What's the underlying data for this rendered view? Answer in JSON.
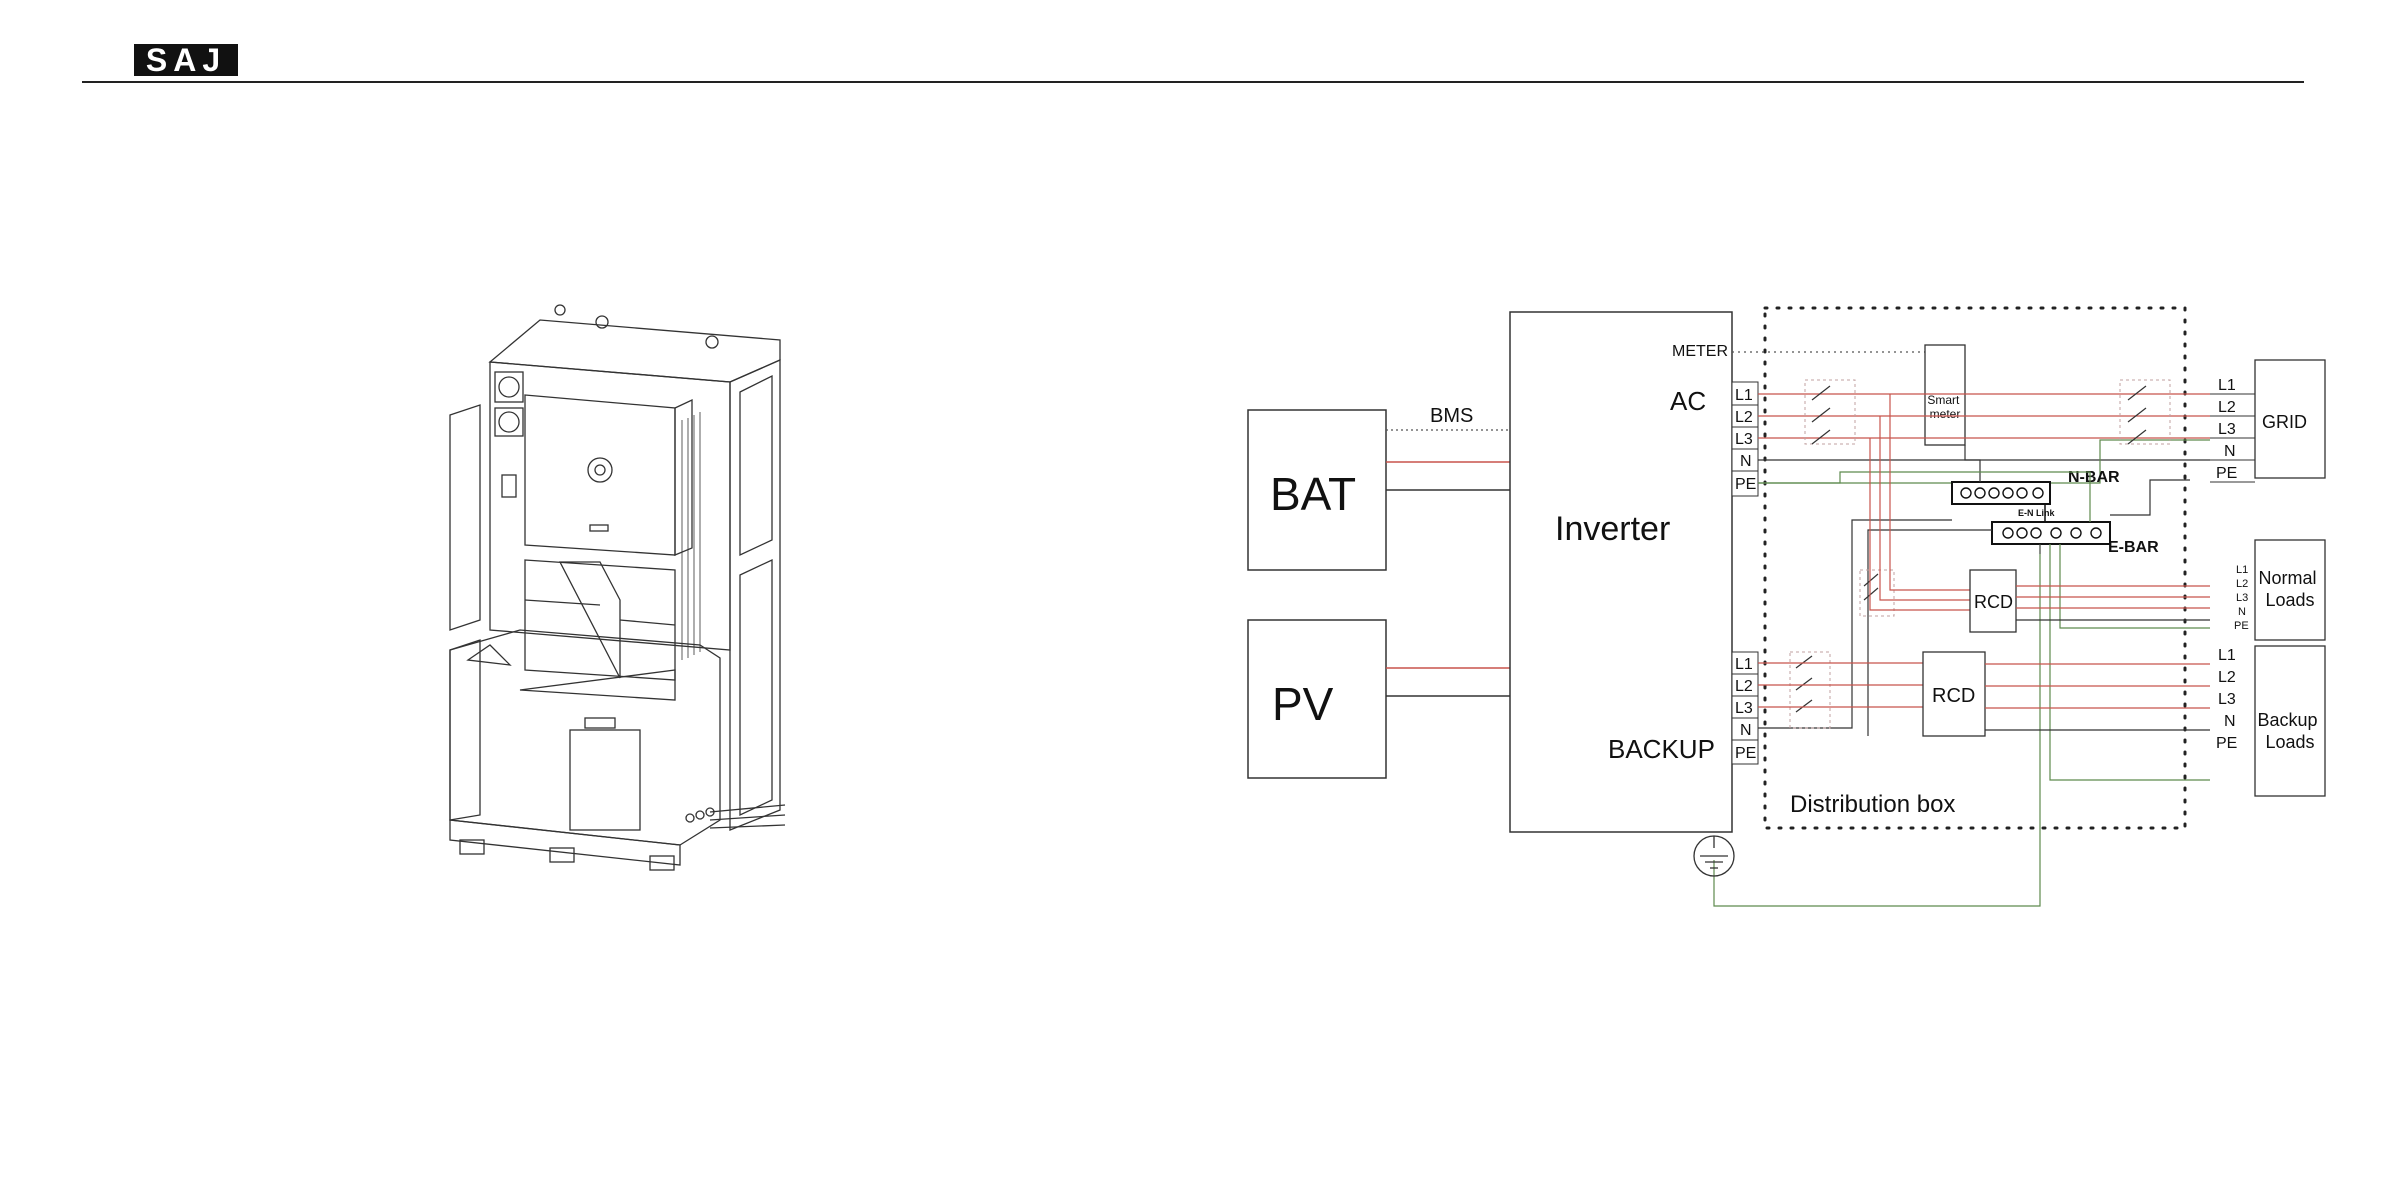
{
  "header": {
    "logo_text": "SAJ"
  },
  "diagram": {
    "blocks": {
      "bat": "BAT",
      "pv": "PV",
      "inverter": "Inverter",
      "grid": "GRID",
      "normal_loads": "Normal\nLoads",
      "backup_loads": "Backup\nLoads"
    },
    "inverter_ports": {
      "meter": "METER",
      "ac": "AC",
      "backup": "BACKUP"
    },
    "ac_terminals": [
      "L1",
      "L2",
      "L3",
      "N",
      "PE"
    ],
    "backup_terminals": [
      "L1",
      "L2",
      "L3",
      "N",
      "PE"
    ],
    "grid_terminals": [
      "L1",
      "L2",
      "L3",
      "N",
      "PE"
    ],
    "normal_load_terminals": [
      "L1",
      "L2",
      "L3",
      "N",
      "PE"
    ],
    "backup_load_terminals": [
      "L1",
      "L2",
      "L3",
      "N",
      "PE"
    ],
    "labels": {
      "bms": "BMS",
      "smart_meter": "Smart\nmeter",
      "n_bar": "N-BAR",
      "e_bar": "E-BAR",
      "en_link": "E-N Link",
      "rcd_top": "RCD",
      "rcd_bottom": "RCD",
      "distribution_box": "Distribution box"
    },
    "colors": {
      "line": "#222222",
      "live": "#c8544c",
      "earth": "#5e8a4e",
      "dashed_box": "#c0a0a0"
    }
  }
}
